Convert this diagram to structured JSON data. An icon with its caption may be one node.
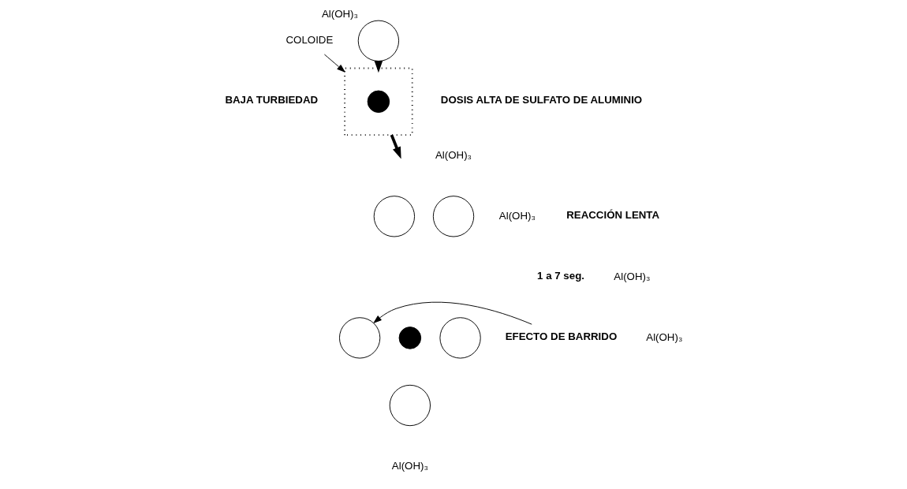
{
  "diagram": {
    "nodes": [
      {
        "text": [
          "COLOIDE"
        ]
      },
      {
        "text": [],
        "shape": "circle",
        "beside": [
          "Al(OH)₃"
        ]
      },
      {
        "text": [],
        "shape": "box"
      },
      {
        "text": [],
        "shape": "circle",
        "in": 2
      },
      {
        "text": [
          "EFECTO DE BARRIDO"
        ]
      },
      {
        "text": [],
        "shape": "circle"
      },
      {
        "text": [],
        "shape": "circle"
      },
      {
        "text": [],
        "shape": "circle"
      },
      {
        "text": [],
        "shape": "circle"
      },
      {
        "text": [],
        "shape": "circle"
      },
      {
        "text": [],
        "shape": "circle"
      }
    ],
    "edges": [
      {
        "from": 0,
        "to": 2,
        "arrow": "to"
      },
      {
        "from": 1,
        "to": 2,
        "arrow": "to",
        "style": "thick"
      },
      {
        "from": 2,
        "to": null,
        "arrow": "to",
        "style": "thick"
      },
      {
        "from": 4,
        "to": 7,
        "arrow": "to"
      }
    ],
    "labels": [
      "BAJA TURBIEDAD",
      "DOSIS ALTA DE SULFATO DE ALUMINIO",
      "Al(OH)₃",
      "REACCIÓN LENTA",
      "Al(OH)₃",
      "1 a 7 seg.",
      "Al(OH)₃",
      "Al(OH)₃",
      "Al(OH)₃"
    ]
  }
}
